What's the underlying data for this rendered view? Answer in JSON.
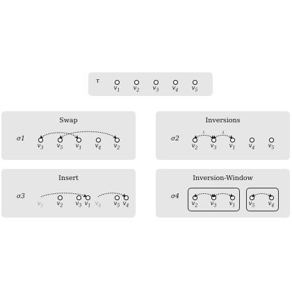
{
  "tau": {
    "label": "τ",
    "nodes": [
      "v1",
      "v2",
      "v3",
      "v4",
      "v5"
    ]
  },
  "swap": {
    "title": "Swap",
    "label": "σ1",
    "nodes": [
      "v3",
      "v5",
      "v1",
      "v4",
      "v2"
    ]
  },
  "inversions": {
    "title": "Inversions",
    "label": "σ2",
    "nodes": [
      "v2",
      "v3",
      "v1",
      "v4",
      "v5"
    ],
    "arc_numbers": [
      "1",
      "2"
    ]
  },
  "insert": {
    "title": "Insert",
    "label": "σ3",
    "nodes": [
      "v1",
      "v2",
      "v3",
      "v1",
      "v4",
      "v5",
      "v4"
    ],
    "faded": [
      true,
      false,
      false,
      false,
      true,
      false,
      false
    ]
  },
  "window": {
    "title": "Inversion-Window",
    "label": "σ4",
    "nodes": [
      "v2",
      "v3",
      "v1",
      "v5",
      "v4"
    ]
  }
}
